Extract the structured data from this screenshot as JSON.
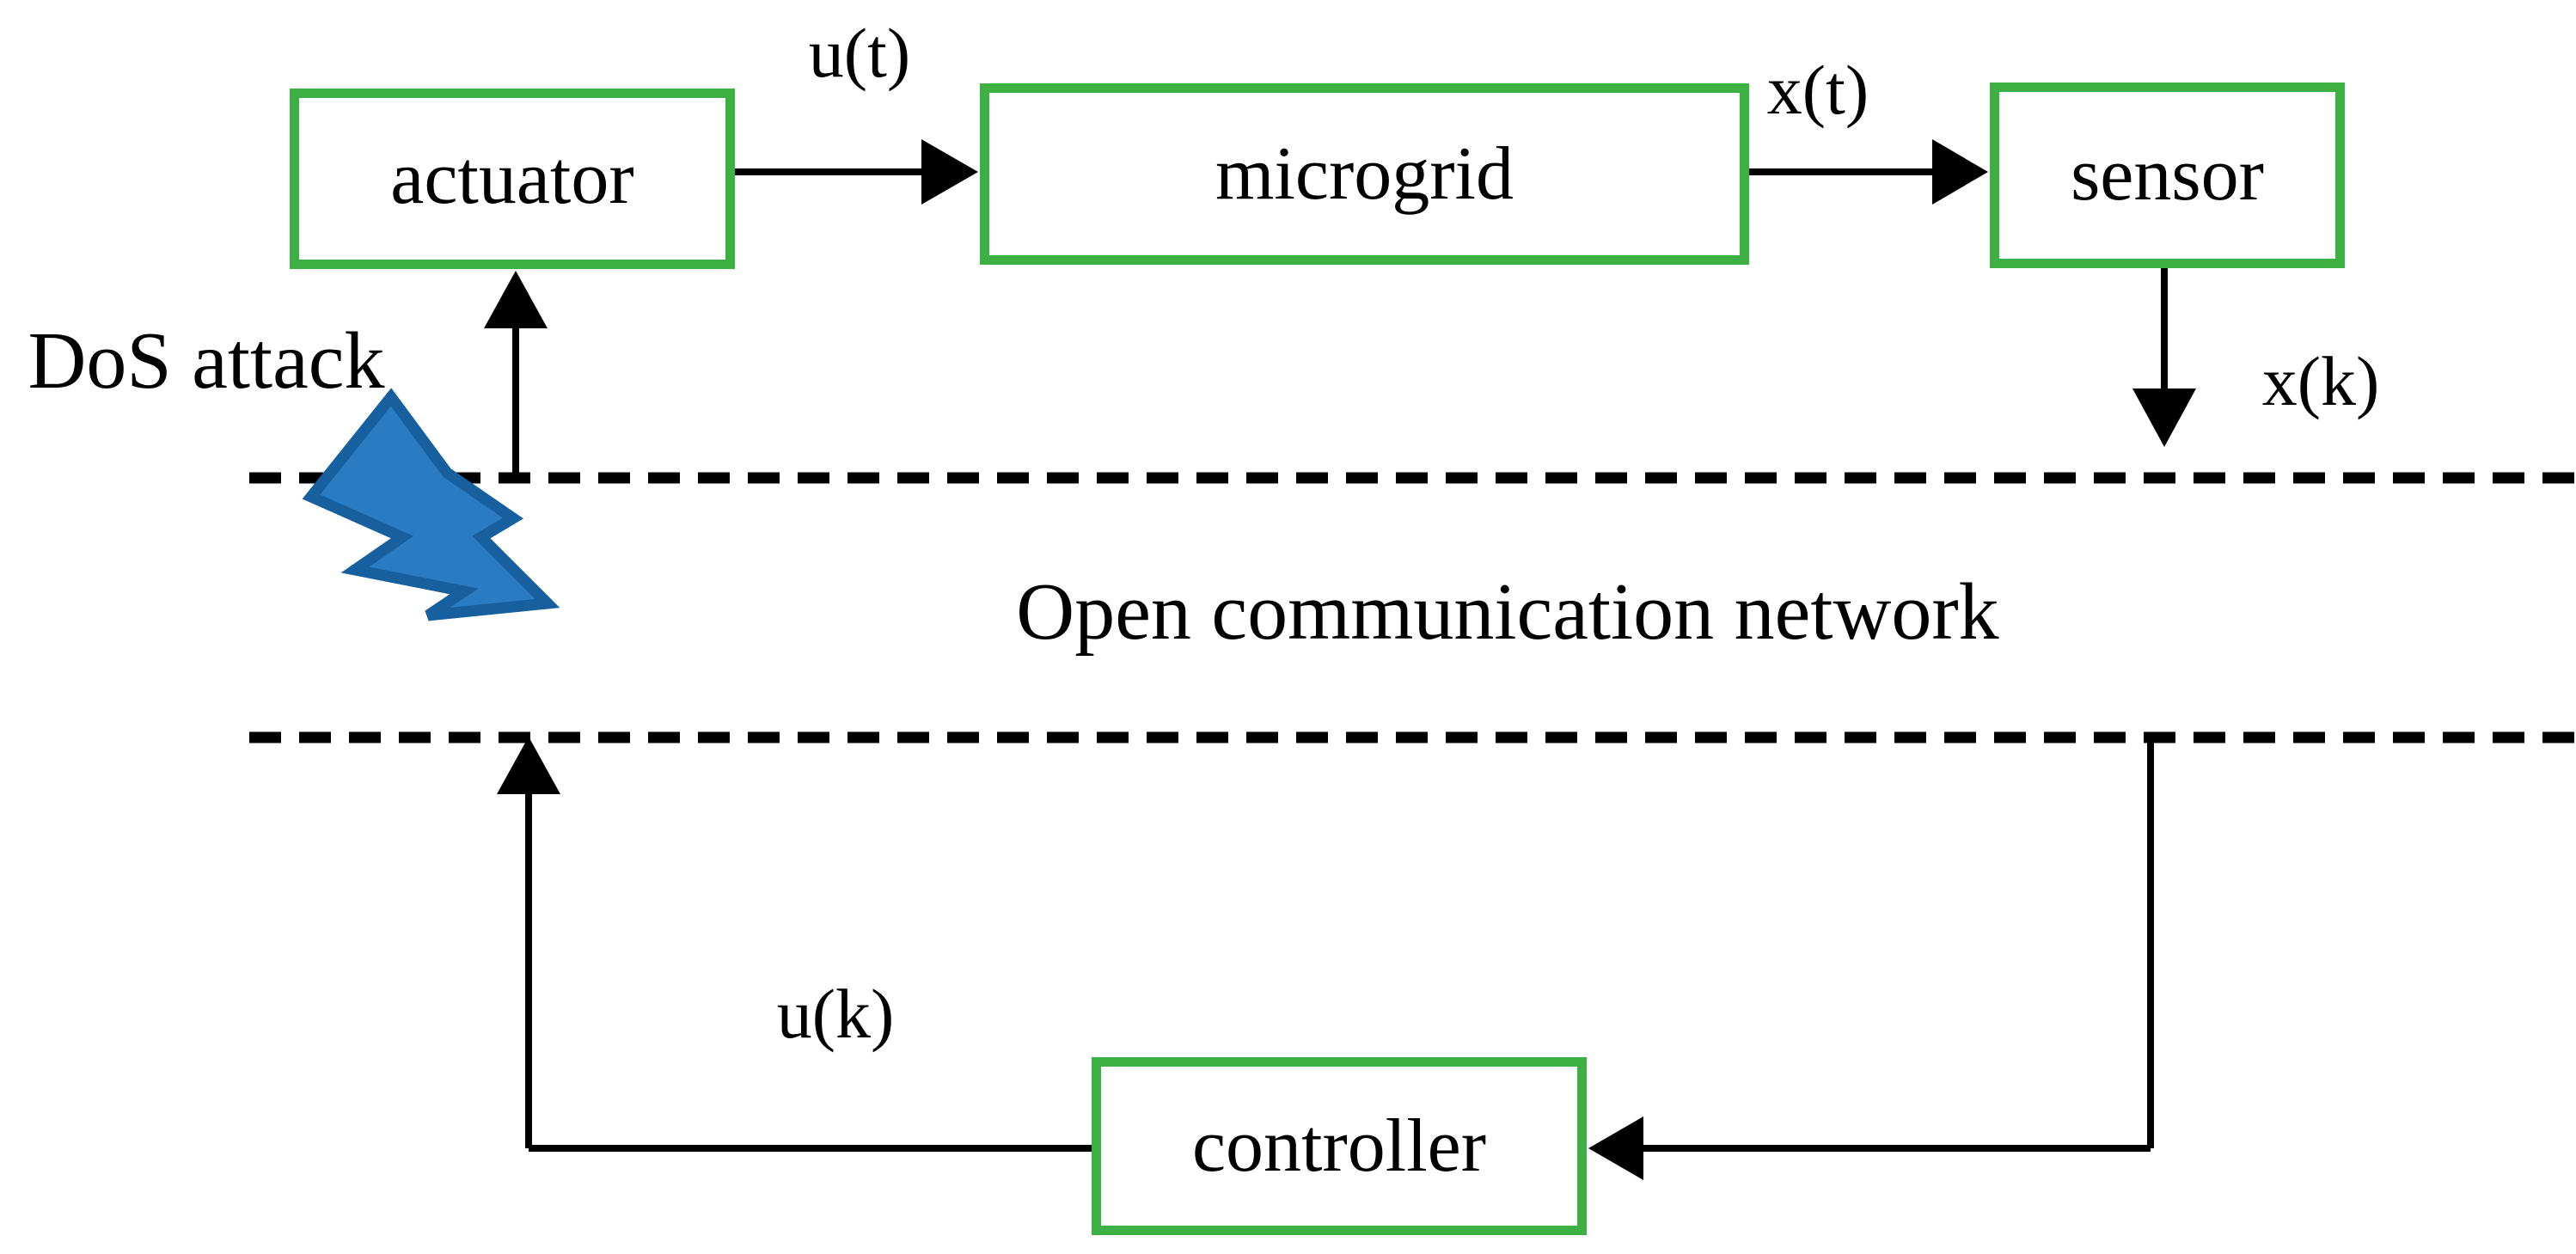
{
  "figure": {
    "title": "Networked microgrid control loop under DoS attack",
    "background_color": "#ffffff",
    "box_border_color": "#3CB043",
    "line_color": "#000000",
    "bolt_fill_color": "#2B7BC0",
    "bolt_stroke_color": "#17609F"
  },
  "boxes": {
    "actuator": {
      "label": "actuator"
    },
    "microgrid": {
      "label": "microgrid"
    },
    "sensor": {
      "label": "sensor"
    },
    "controller": {
      "label": "controller"
    }
  },
  "signals": {
    "ut": "u(t)",
    "xt": "x(t)",
    "xk": "x(k)",
    "uk": "u(k)"
  },
  "annotations": {
    "dos_attack": "DoS attack",
    "network": "Open communication network"
  }
}
